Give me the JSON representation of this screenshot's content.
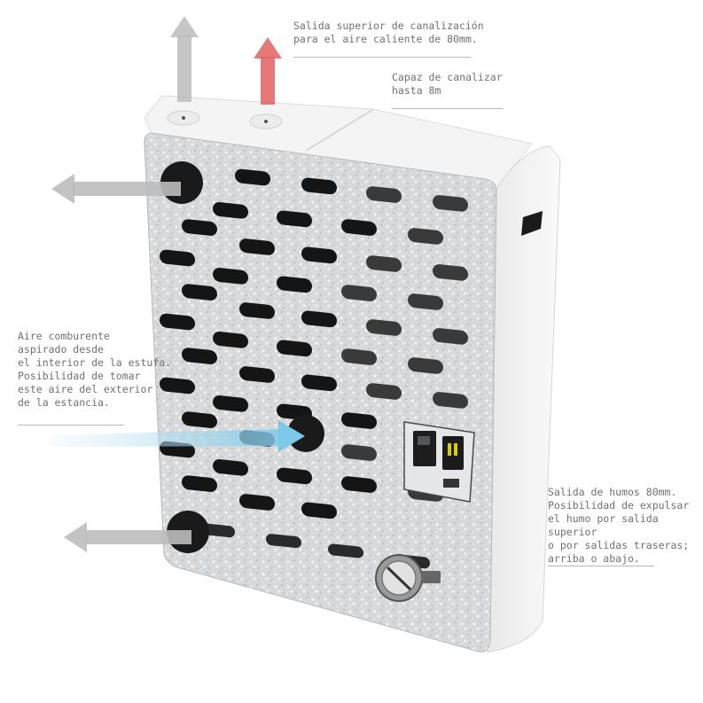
{
  "annotations": {
    "top_outlet": "Salida superior de canalización\npara el aire caliente  de 80mm.",
    "ducting": "Capaz de canalizar\nhasta 8m",
    "combustion_air": "Aire comburente\naspirado desde\nel interior de la estufa.\nPosibilidad de tomar\neste aire del exterior\nde la estancia.",
    "flue": "Salida de humos 80mm.\nPosibilidad de expulsar\nel humo por salida superior\no por salidas traseras;\narriba o abajo."
  },
  "colors": {
    "hot_air_arrow": "#e06060",
    "air_arrow": "#bcbcbc",
    "intake_arrow": "#8fd0ea",
    "body": "#f7f7f7",
    "panel": "#d4d6d8",
    "label_text": "#707070"
  }
}
